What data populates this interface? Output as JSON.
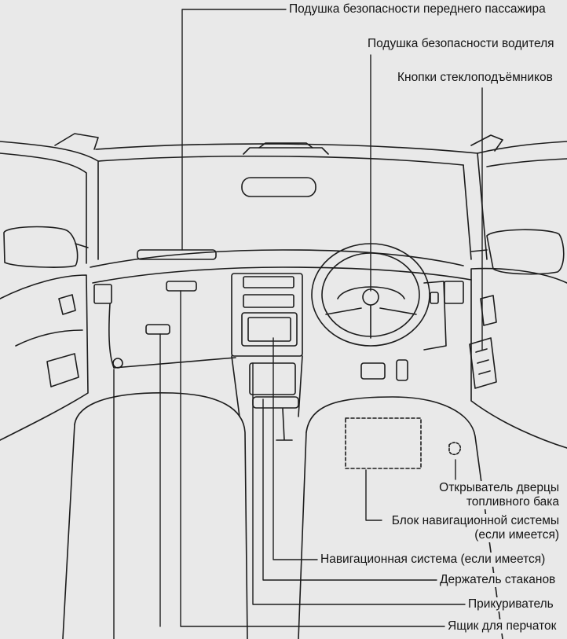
{
  "colors": {
    "background": "#e9e9e9",
    "line": "#1c1c1c"
  },
  "labels": {
    "passenger_airbag": "Подушка безопасности переднего пассажира",
    "driver_airbag": "Подушка безопасности водителя",
    "window_buttons": "Кнопки стеклоподъёмников",
    "fuel_door_opener_1": "Открыватель дверцы",
    "fuel_door_opener_2": "топливного бака",
    "nav_unit_1": "Блок навигационной системы",
    "nav_unit_2": "(если имеется)",
    "nav_system": "Навигационная система (если имеется)",
    "cup_holder": "Держатель стаканов",
    "cigarette_lighter": "Прикуриватель",
    "glove_box": "Ящик для перчаток"
  }
}
